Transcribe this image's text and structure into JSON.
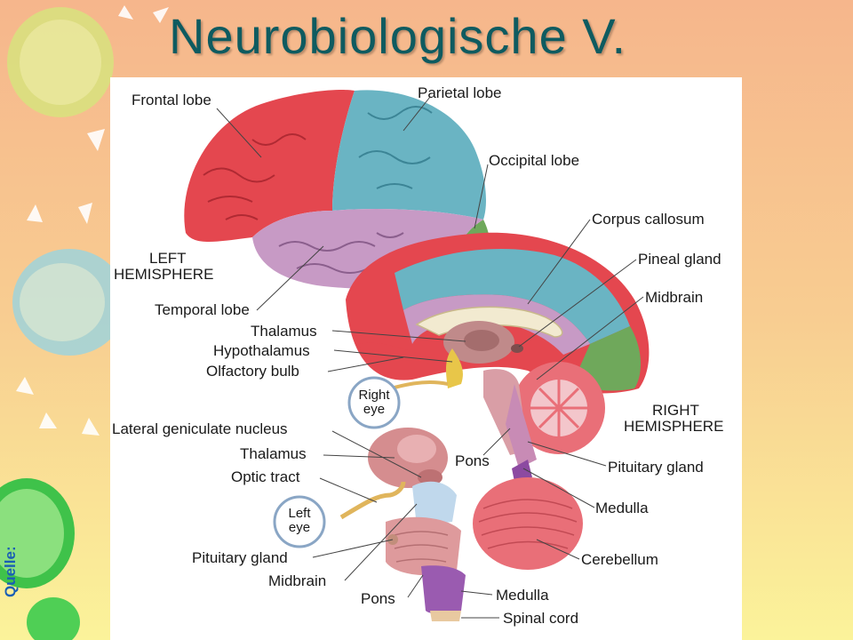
{
  "slide": {
    "title": "Neurobiologische V.",
    "source_label": "Quelle:"
  },
  "diagram": {
    "labels": {
      "frontal_lobe": "Frontal lobe",
      "parietal_lobe": "Parietal lobe",
      "occipital_lobe": "Occipital lobe",
      "corpus_callosum": "Corpus callosum",
      "pineal_gland": "Pineal gland",
      "midbrain_right": "Midbrain",
      "left_hemisphere_line1": "LEFT",
      "left_hemisphere_line2": "HEMISPHERE",
      "temporal_lobe": "Temporal lobe",
      "thalamus_upper": "Thalamus",
      "hypothalamus": "Hypothalamus",
      "olfactory_bulb": "Olfactory bulb",
      "right_eye": "Right\neye",
      "right_hemisphere_line1": "RIGHT",
      "right_hemisphere_line2": "HEMISPHERE",
      "lateral_geniculate_nucleus": "Lateral geniculate nucleus",
      "thalamus_lower": "Thalamus",
      "optic_tract": "Optic tract",
      "pons_upper": "Pons",
      "pituitary_gland_right": "Pituitary gland",
      "medulla_right": "Medulla",
      "left_eye": "Left\neye",
      "pituitary_gland_left": "Pituitary gland",
      "midbrain_left": "Midbrain",
      "cerebellum": "Cerebellum",
      "pons_lower": "Pons",
      "medulla_lower": "Medulla",
      "spinal_cord": "Spinal cord"
    },
    "colors": {
      "frontal_lobe": "#e4474f",
      "parietal_lobe": "#6ab4c3",
      "occipital_lobe": "#6fa85b",
      "temporal_lobe": "#c79ac5",
      "cerebellum": "#e96f78",
      "brainstem": "#c88bb5"
    }
  }
}
